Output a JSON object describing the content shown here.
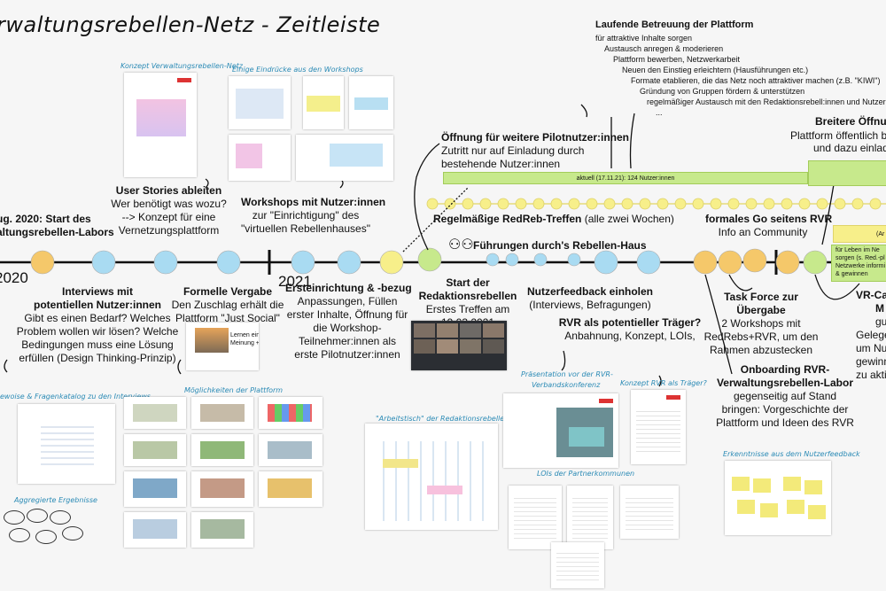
{
  "title": "rwaltungsrebellen-Netz  -  Zeitleiste",
  "years": {
    "y2020": "2020",
    "y2021": "2021"
  },
  "photo_labels": {
    "konzept": "Konzept Verwaltungsrebellen-Netz",
    "eindruecke": "Einige Eindrücke aus den Workshops",
    "fragenkatalog": "ewoise & Fragenkatalog zu den Interviews",
    "aggregiert": "Aggregierte Ergebnisse",
    "moeglichkeiten": "Möglichkeiten der Plattform",
    "arbeitstisch": "\"Arbeitstisch\" der Redaktionsrebellen",
    "praesentation1": "Präsentation vor der RVR-",
    "praesentation2": "Verbandskonferenz",
    "konzept_rvr": "Konzept RVR als Träger?",
    "lois": "LOIs der Partnerkommunen",
    "erkenntnisse": "Erkenntnisse aus dem Nutzerfeedback",
    "laptop_caption": "Lernen einer\nMeinung + App"
  },
  "events": {
    "start": {
      "title": "ug. 2020: Start des",
      "title2": "altungsrebellen-Labors"
    },
    "interviews": {
      "title1": "Interviews mit",
      "title2": "potentiellen Nutzer:innen",
      "lines": [
        "Gibt es einen Bedarf? Welches",
        "Problem wollen wir lösen? Welche",
        "Bedingungen muss eine Lösung",
        "erfüllen (Design Thinking-Prinzip)"
      ]
    },
    "userstories": {
      "title": "User Stories ableiten",
      "lines": [
        "Wer benötigt was wozu?",
        "--> Konzept für eine",
        "Vernetzungsplattform"
      ]
    },
    "vergabe": {
      "title": "Formelle Vergabe",
      "lines": [
        "Den Zuschlag erhält die",
        "Plattform \"Just Social\""
      ]
    },
    "workshops": {
      "title": "Workshops mit Nutzer:innen",
      "lines": [
        "zur \"Einrichtigung\" des",
        "\"virtuellen Rebellenhauses\""
      ]
    },
    "ersteinrichtung": {
      "title": "Ersteinrichtung & -bezug",
      "lines": [
        "Anpassungen, Füllen",
        "erster Inhalte, Öffnung für",
        "die Workshop-",
        "Teilnehmer:innen als",
        "erste Pilotnutzer:innen"
      ]
    },
    "redaktion": {
      "title1": "Start der",
      "title2": "Redaktionsrebellen",
      "lines": [
        "Erstes Treffen am",
        "19.03.2021"
      ]
    },
    "oeffnung": {
      "title": "Öffnung für weitere Pilotnutzer:innen",
      "lines": [
        "Zutritt nur auf Einladung durch",
        "bestehende Nutzer:innen"
      ]
    },
    "treffen": {
      "title": "Regelmäßige RedReb-Treffen",
      "suffix": " (alle zwei Wochen)"
    },
    "fuehrungen": {
      "title": "Führungen durch's Rebellen-Haus"
    },
    "feedback": {
      "title": "Nutzerfeedback einholen",
      "lines": [
        "(Interviews, Befragungen)"
      ]
    },
    "traeger": {
      "title": "RVR als potentieller Träger?",
      "lines": [
        "Anbahnung, Konzept, LOIs,"
      ]
    },
    "go": {
      "title": "formales Go seitens RVR",
      "lines": [
        "Info an Community"
      ]
    },
    "taskforce": {
      "title1": "Task Force zur",
      "title2": "Übergabe",
      "lines": [
        "2 Workshops mit",
        "RedRebs+RVR, um den",
        "Rahmen abzustecken"
      ]
    },
    "onboarding": {
      "title1": "Onboarding RVR-",
      "title2": "Verwaltungsrebellen-Labor",
      "lines": [
        "gegenseitig auf Stand",
        "bringen: Vorgeschichte der",
        "Plattform und Ideen des RVR"
      ]
    },
    "betreuung": {
      "title": "Laufende Betreuung der Plattform",
      "lines": [
        "für attraktive Inhalte sorgen",
        "Austausch anregen & moderieren",
        "Plattform bewerben, Netzwerkarbeit",
        "Neuen den Einstieg erleichtern (Hausführungen etc.)",
        "Formate etablieren, die das Netz noch attraktiver machen (z.B. \"KIWI\")",
        "Gründung von Gruppen fördern & unterstützen",
        "regelmäßiger Austausch mit den Redaktionsrebell:innen und Nutzer:innen",
        "..."
      ]
    },
    "breitere": {
      "title": "Breitere Öffnung",
      "lines": [
        "Plattform öffentlich bew",
        "und dazu einlade"
      ]
    },
    "vrcam": {
      "title1": "VR-Ca",
      "title2": "M",
      "lines": [
        "gu",
        "Gelege",
        "um Nut",
        "gewinne",
        "zu aktiv"
      ]
    }
  },
  "strips": {
    "aktuell": "aktuell (17.11.21): 124 Nutzer:innen",
    "green_right": [
      "für Leben im Ne",
      "sorgen (s. Red.-pl",
      "Netzwerke informi",
      "& gewinnen"
    ],
    "yellow_right": "(Ar"
  }
}
